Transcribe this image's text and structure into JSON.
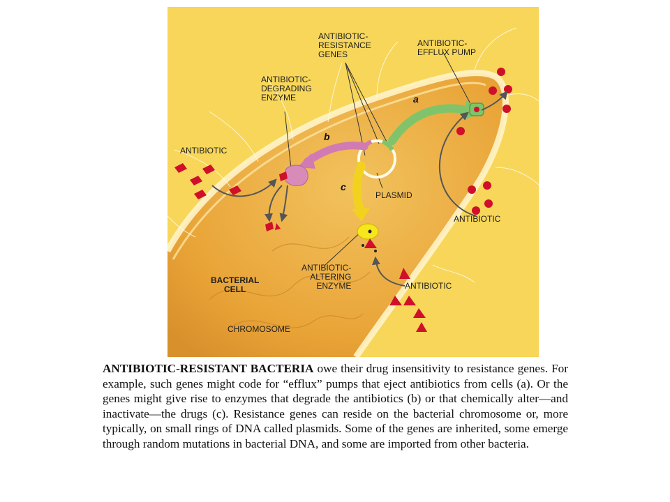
{
  "labels": {
    "resistance_genes": [
      "ANTIBIOTIC-",
      "RESISTANCE",
      "GENES"
    ],
    "efflux_pump": [
      "ANTIBIOTIC-",
      "EFFLUX PUMP"
    ],
    "degrading_enzyme": [
      "ANTIBIOTIC-",
      "DEGRADING",
      "ENZYME"
    ],
    "antibiotic_left": "ANTIBIOTIC",
    "plasmid": "PLASMID",
    "antibiotic_right": "ANTIBIOTIC",
    "altering_enzyme": [
      "ANTIBIOTIC-",
      "ALTERING",
      "ENZYME"
    ],
    "antibiotic_bottom": "ANTIBIOTIC",
    "bacterial_cell": [
      "BACTERIAL",
      "CELL"
    ],
    "chromosome": "CHROMOSOME",
    "letter_a": "a",
    "letter_b": "b",
    "letter_c": "c"
  },
  "caption": {
    "lead": "ANTIBIOTIC-RESISTANT BACTERIA",
    "body": " owe their drug insensitivity to resistance genes. For example, such genes might code for “efflux” pumps that eject antibiotics from cells (a). Or the genes might give rise to enzymes that degrade the antibiotics (b) or that chemically alter—and inactivate—the drugs (c). Resistance genes can reside on the bacterial chromosome or, more typically, on small rings of DNA called plasmids. Some of the genes are inherited, some emerge through random mutations in bacterial DNA, and some are imported from other bacteria."
  },
  "colors": {
    "background": "#f7d65a",
    "cell": "#e9a437",
    "membrane": "#fff4c8",
    "antibiotic": "#d0102a",
    "arrow_a": "#7fc46a",
    "arrow_b": "#d27ab4",
    "arrow_c": "#f3d21f",
    "degrading_enzyme": "#d88ab9",
    "altering_enzyme": "#f8e61c"
  }
}
